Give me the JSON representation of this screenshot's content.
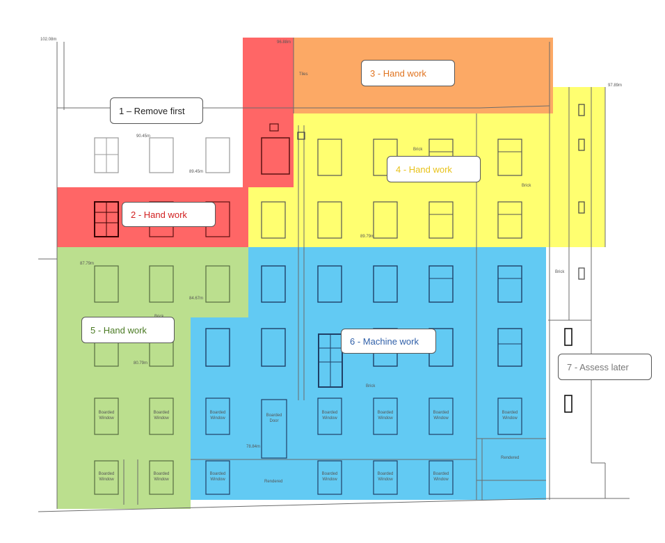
{
  "zones": [
    {
      "id": "z1",
      "label": "1 – Remove first",
      "color": "#222222",
      "fill": "#ffffff"
    },
    {
      "id": "z2",
      "label": "2 - Hand work",
      "color": "#d11f1f",
      "fill": "#ff4040"
    },
    {
      "id": "z3",
      "label": "3 - Hand work",
      "color": "#e0731f",
      "fill": "#fb8c32"
    },
    {
      "id": "z4",
      "label": "4 - Hand work",
      "color": "#e8c21a",
      "fill": "#ffff33"
    },
    {
      "id": "z5",
      "label": "5 - Hand work",
      "color": "#4a7a23",
      "fill": "#a4d468"
    },
    {
      "id": "z6",
      "label": "6 - Machine work",
      "color": "#2f5fa8",
      "fill": "#1fb4ee"
    },
    {
      "id": "z7",
      "label": "7 - Assess later",
      "color": "#777777",
      "fill": "#ffffff"
    }
  ],
  "drawing_notes": {
    "levels": [
      "102.08m",
      "96.88m",
      "97.89m",
      "90.45m",
      "89.45m",
      "89.79m",
      "87.79m",
      "84.67m",
      "80.79m",
      "78.84m"
    ],
    "material": [
      "Tiles",
      "Brick",
      "Brick",
      "Brick",
      "Brick",
      "Brick",
      "Rendered",
      "Rendered"
    ],
    "boarded_window": "Boarded Window",
    "boarded_door": "Boarded Door"
  }
}
